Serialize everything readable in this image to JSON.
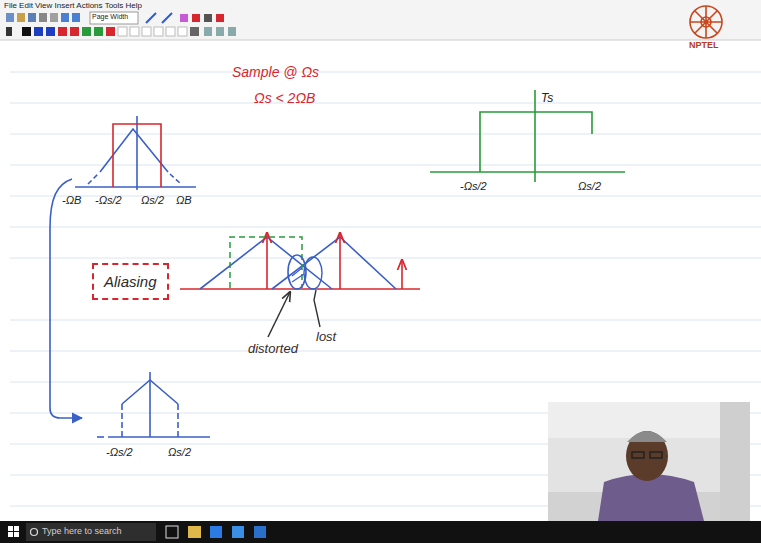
{
  "diagram": {
    "nodes": [
      {
        "text": [
          "Aliasing"
        ]
      }
    ],
    "labels": [
      "File Edit View Insert Actions Tools Help",
      "Page Width",
      "NPTEL",
      "Sample @ Ωs",
      "Ωs < 2ΩB",
      "Ts",
      "-Ωs/2",
      "Ωs/2",
      "-ΩB",
      "-Ωs/2",
      "Ωs/2",
      "ΩB",
      "distorted",
      "lost",
      "-Ωs/2",
      "Ωs/2",
      "Type here to search"
    ]
  }
}
